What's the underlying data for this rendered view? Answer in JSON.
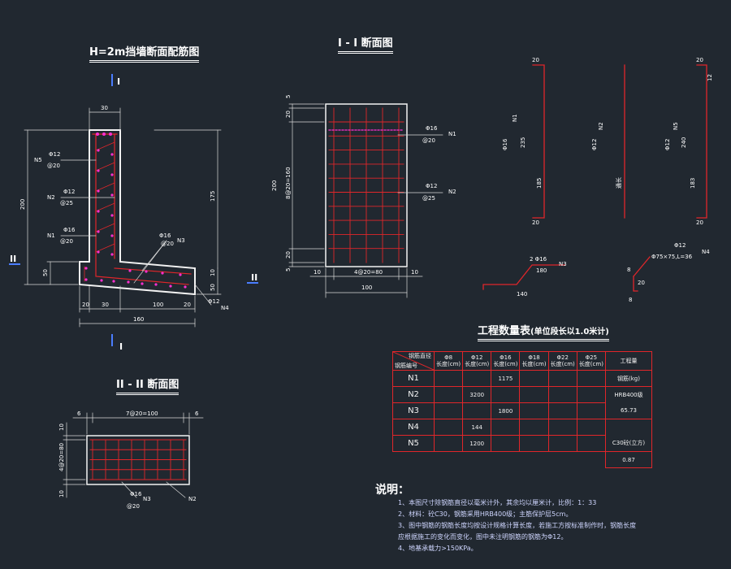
{
  "titles": {
    "wall_section": "H=2m挡墙断面配筋图",
    "section_1": "I - I 断面图",
    "section_2": "II - II 断面图",
    "qty_table": "工程数量表",
    "qty_table_unit": "(单位段长以1.0米计)",
    "notes_title": "说明："
  },
  "wall": {
    "cut_mark_I": "I",
    "cut_mark_II": "II",
    "dim_top": "30",
    "dim_height_left": "200",
    "dim_height_right": "175",
    "dim_base_left": "50",
    "dim_base_right_a": "10",
    "dim_base_right_b": "50",
    "dim_bottom_20a": "20",
    "dim_bottom_30": "30",
    "dim_bottom_100": "100",
    "dim_bottom_20b": "20",
    "dim_total": "160",
    "labels": [
      {
        "name": "N5",
        "bar": "Φ12",
        "spacing": "@20"
      },
      {
        "name": "N2",
        "bar": "Φ12",
        "spacing": "@25"
      },
      {
        "name": "N1",
        "bar": "Φ16",
        "spacing": "@20"
      },
      {
        "name": "N3",
        "bar": "Φ16",
        "spacing": "@20"
      },
      {
        "name": "N4",
        "bar": "Φ12",
        "spacing": ""
      }
    ]
  },
  "sec1": {
    "dim_5a": "5",
    "dim_20a": "20",
    "dim_200": "200",
    "dim_8x20": "8@20=160",
    "dim_20b": "20",
    "dim_5b": "5",
    "dim_10a": "10",
    "dim_4x20": "4@20=80",
    "dim_10b": "10",
    "dim_100": "100",
    "n1_bar": "Φ16",
    "n1_sp": "@20",
    "n1": "N1",
    "n2_bar": "Φ12",
    "n2_sp": "@25",
    "n2": "N2"
  },
  "sec2": {
    "dim_6a": "6",
    "dim_7x20": "7@20=100",
    "dim_6b": "6",
    "dim_10a": "10",
    "dim_4x20": "4@20=80",
    "dim_10b": "10",
    "n3_bar": "Φ16",
    "n3_sp": "@20",
    "n3": "N3",
    "n2": "N2"
  },
  "bars": {
    "n1": {
      "top": "20",
      "label": "Φ16",
      "name": "N1",
      "len": "235",
      "side": "185",
      "bot": "20"
    },
    "n2": {
      "label": "Φ12",
      "name": "N2",
      "side": "通长"
    },
    "n5": {
      "top": "20",
      "top_r": "12",
      "label": "Φ12",
      "name": "N5",
      "len": "240",
      "side": "183",
      "bot": "20"
    },
    "n3": {
      "label": "2 Φ16",
      "name": "N3",
      "len": "180",
      "base": "140"
    },
    "n4": {
      "label": "Φ12",
      "name": "N4",
      "desc": "Φ75×75,L=36",
      "b1": "8",
      "b2": "20",
      "b3": "8"
    }
  },
  "qty_table": {
    "corner_top": "钢筋直径",
    "corner_bottom": "钢筋编号",
    "columns": [
      {
        "dia": "Φ8",
        "unit": "长度(cm)"
      },
      {
        "dia": "Φ12",
        "unit": "长度(cm)"
      },
      {
        "dia": "Φ16",
        "unit": "长度(cm)"
      },
      {
        "dia": "Φ18",
        "unit": "长度(cm)"
      },
      {
        "dia": "Φ22",
        "unit": "长度(cm)"
      },
      {
        "dia": "Φ25",
        "unit": "长度(cm)"
      }
    ],
    "work_header": "工程量",
    "rows": [
      {
        "name": "N1",
        "cells": [
          "",
          "",
          "1175",
          "",
          "",
          ""
        ]
      },
      {
        "name": "N2",
        "cells": [
          "",
          "3200",
          "",
          "",
          "",
          ""
        ]
      },
      {
        "name": "N3",
        "cells": [
          "",
          "",
          "1800",
          "",
          "",
          ""
        ]
      },
      {
        "name": "N4",
        "cells": [
          "",
          "144",
          "",
          "",
          "",
          ""
        ]
      },
      {
        "name": "N5",
        "cells": [
          "",
          "1200",
          "",
          "",
          "",
          ""
        ]
      }
    ],
    "work_col": [
      "钢筋(kg)",
      "HRB400级",
      "65.73",
      "C30砼(立方)",
      "0.87"
    ]
  },
  "notes": [
    "1、本图尺寸除钢筋直径以毫米计外，其余均以厘米计，比例：1：33",
    "2、材料：砼C30，钢筋采用HRB400级；主筋保护层5cm。",
    "3、图中钢筋的钢筋长度均按设计规格计算长度，若施工方按标准制作时，钢筋长度",
    "    应根据施工的变化而变化，图中未注明钢筋的钢筋为Φ12。",
    "4、地基承载力>150KPa。"
  ],
  "colors": {
    "background": "#212830",
    "concrete": "#f2f2f2",
    "rebar": "#e0262a",
    "magenta": "#ff2fd0",
    "text": "#ffffff",
    "dim": "#d9d9d9"
  }
}
